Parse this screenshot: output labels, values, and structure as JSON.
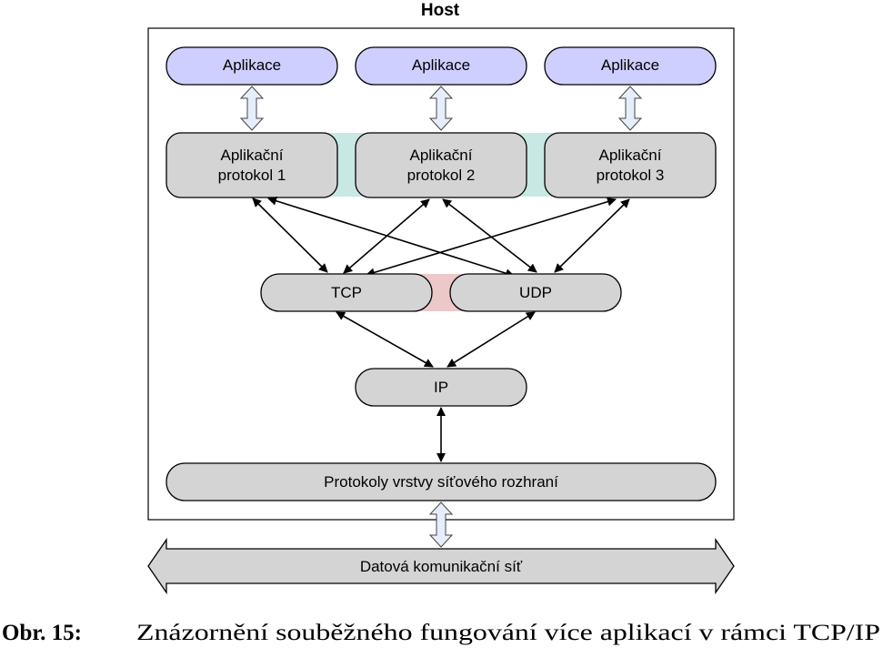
{
  "diagram": {
    "host_label": "Host",
    "applications": [
      "Aplikace",
      "Aplikace",
      "Aplikace"
    ],
    "app_protocols": [
      {
        "line1": "Aplikační",
        "line2": "protokol 1"
      },
      {
        "line1": "Aplikační",
        "line2": "protokol 2"
      },
      {
        "line1": "Aplikační",
        "line2": "protokol 3"
      }
    ],
    "transport": {
      "tcp": "TCP",
      "udp": "UDP"
    },
    "ip": "IP",
    "link_layer": "Protokoly vrstvy síťového rozhraní",
    "network": "Datová komunikační síť",
    "colors": {
      "application_fill": "#cfcfff",
      "node_fill": "#d4d4d4",
      "app_protocol_link": "#c8e8e4",
      "transport_link": "#ecc8c8",
      "wide_arrow_fill": "#e6eefc"
    }
  },
  "caption": {
    "number": "Obr. 15:",
    "text": "Znázornění souběžného fungování více aplikací v rámci TCP/IP"
  }
}
